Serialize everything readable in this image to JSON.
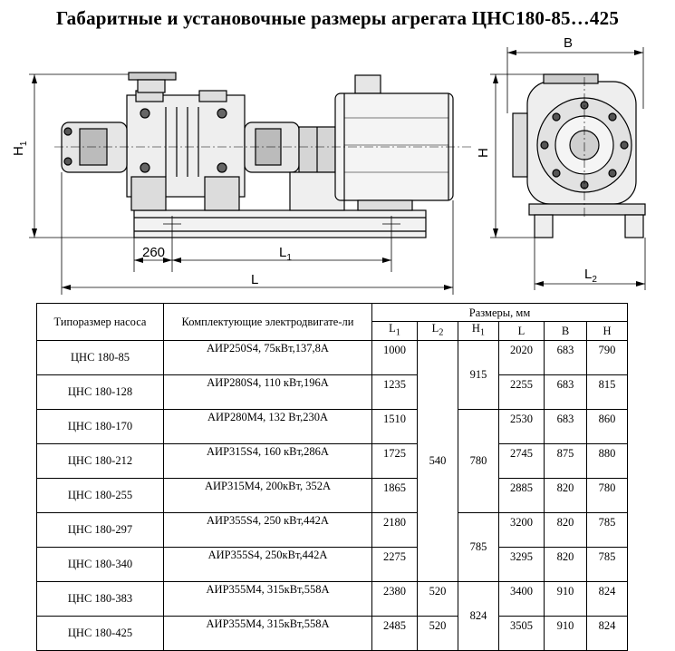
{
  "title": "Габаритные и установочные размеры агрегата ЦНС180-85…425",
  "drawing": {
    "labels": {
      "h1": "H",
      "h1_sub": "1",
      "dim_260": "260",
      "l1": "L",
      "l1_sub": "1",
      "l": "L",
      "b": "B",
      "h": "H",
      "l2": "L",
      "l2_sub": "2"
    }
  },
  "table": {
    "headers": {
      "model": "Типоразмер насоса",
      "motor": "Комплектующие электродвигате-ли",
      "sizes": "Размеры, мм",
      "l1": "L",
      "l1_sub": "1",
      "l2": "L",
      "l2_sub": "2",
      "h1": "H",
      "h1_sub": "1",
      "l": "L",
      "b": "B",
      "h": "H"
    },
    "rows": [
      {
        "model": "ЦНС 180-85",
        "motor": "АИР250S4, 75кВт,137,8А",
        "l1": "1000",
        "l": "2020",
        "b": "683",
        "h": "790"
      },
      {
        "model": "ЦНС 180-128",
        "motor": "АИР280S4, 110 кВт,196А",
        "l1": "1235",
        "l": "2255",
        "b": "683",
        "h": "815"
      },
      {
        "model": "ЦНС 180-170",
        "motor": "АИР280М4, 132 Вт,230А",
        "l1": "1510",
        "l": "2530",
        "b": "683",
        "h": "860"
      },
      {
        "model": "ЦНС 180-212",
        "motor": "АИР315S4, 160 кВт,286А",
        "l1": "1725",
        "l": "2745",
        "b": "875",
        "h": "880"
      },
      {
        "model": "ЦНС 180-255",
        "motor": "АИР315М4, 200кВт, 352А",
        "l1": "1865",
        "l": "2885",
        "b": "820",
        "h": "780"
      },
      {
        "model": "ЦНС 180-297",
        "motor": "АИР355S4, 250 кВт,442А",
        "l1": "2180",
        "l": "3200",
        "b": "820",
        "h": "785"
      },
      {
        "model": "ЦНС 180-340",
        "motor": "АИР355S4, 250кВт,442А",
        "l1": "2275",
        "l": "3295",
        "b": "820",
        "h": "785"
      },
      {
        "model": "ЦНС 180-383",
        "motor": "АИР355М4, 315кВт,558А",
        "l1": "2380",
        "l2": "520",
        "l": "3400",
        "b": "910",
        "h": "824"
      },
      {
        "model": "ЦНС 180-425",
        "motor": "АИР355М4, 315кВт,558А",
        "l1": "2485",
        "l2": "520",
        "l": "3505",
        "b": "910",
        "h": "824"
      }
    ],
    "merged": {
      "l2_group": "540",
      "h1_group_a": "915",
      "h1_group_b": "780",
      "h1_group_c": "785",
      "h1_group_d": "824"
    }
  }
}
